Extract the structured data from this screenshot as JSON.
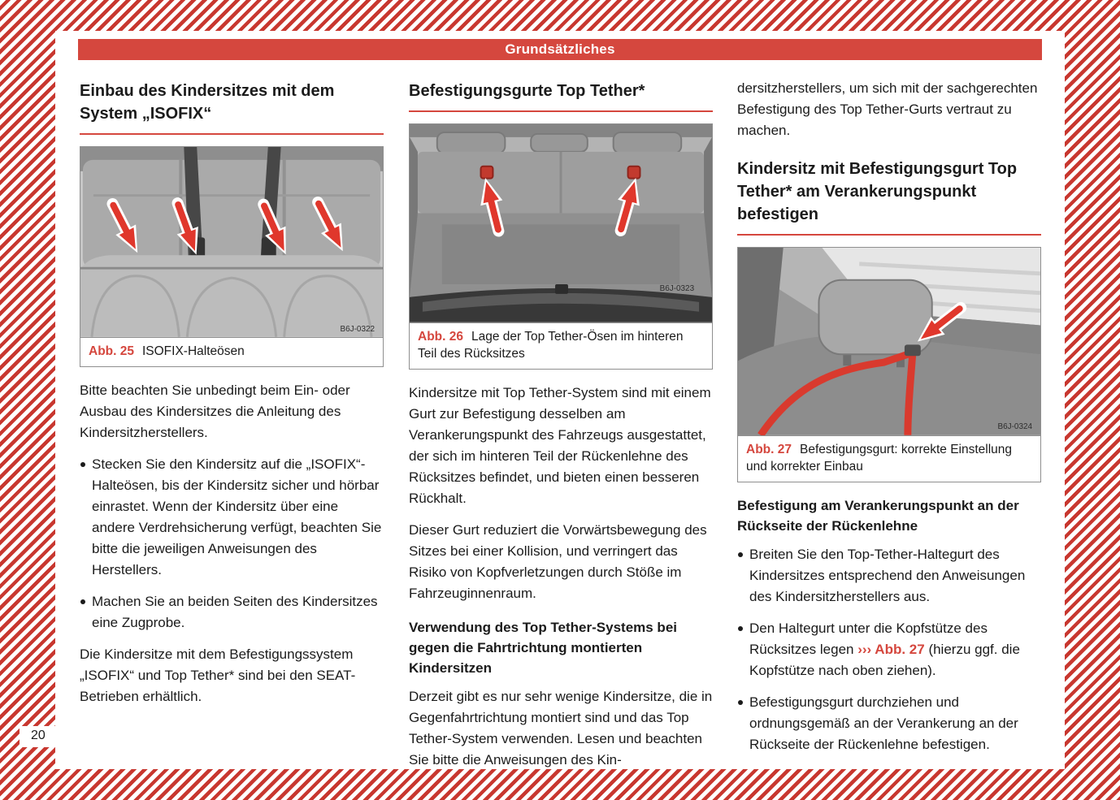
{
  "colors": {
    "accent": "#d5473e",
    "arrow_red": "#e0372c",
    "stripe_red": "#c8372f"
  },
  "header": {
    "title": "Grundsätzliches"
  },
  "page_number": "20",
  "col1": {
    "heading": "Einbau des Kindersitzes mit dem System „ISOFIX“",
    "figure": {
      "label": "Abb. 25",
      "caption": "ISOFIX-Halteösen",
      "code": "B6J-0322"
    },
    "para1": "Bitte beachten Sie unbedingt beim Ein- oder Ausbau des Kindersitzes die Anleitung des Kindersitzherstellers.",
    "bullets": [
      "Stecken Sie den Kindersitz auf die „ISOFIX“-Halteösen, bis der Kindersitz sicher und hörbar einrastet. Wenn der Kindersitz über eine andere Verdrehsicherung verfügt, beachten Sie bitte die jeweiligen Anweisungen des Herstellers.",
      "Machen Sie an beiden Seiten des Kindersitzes eine Zugprobe."
    ],
    "para2": "Die Kindersitze mit dem Befestigungssystem „ISOFIX“ und Top Tether* sind bei den SEAT-Betrieben erhältlich."
  },
  "col2": {
    "heading": "Befestigungsgurte Top Tether*",
    "figure": {
      "label": "Abb. 26",
      "caption": "Lage der Top Tether-Ösen im hinteren Teil des Rücksitzes",
      "code": "B6J-0323"
    },
    "para1": "Kindersitze mit Top Tether-System sind mit einem Gurt zur Befestigung desselben am Verankerungspunkt des Fahrzeugs ausgestattet, der sich im hinteren Teil der Rückenlehne des Rücksitzes befindet, und bieten einen besseren Rückhalt.",
    "para2": "Dieser Gurt reduziert die Vorwärtsbewegung des Sitzes bei einer Kollision, und verringert das Risiko von Kopfverletzungen durch Stöße im Fahrzeuginnenraum.",
    "subheading": "Verwendung des Top Tether-Systems bei gegen die Fahrtrichtung montierten Kindersitzen",
    "para3": "Derzeit gibt es nur sehr wenige Kindersitze, die in Gegenfahrtrichtung montiert sind und das Top Tether-System verwenden. Lesen und beachten Sie bitte die Anweisungen des Kin-"
  },
  "col3": {
    "para0": "dersitzherstellers, um sich mit der sachgerechten Befestigung des Top Tether-Gurts vertraut zu machen.",
    "heading": "Kindersitz mit Befestigungsgurt Top Tether* am Verankerungspunkt befestigen",
    "figure": {
      "label": "Abb. 27",
      "caption": "Befestigungsgurt: korrekte Einstellung und korrekter Einbau",
      "code": "B6J-0324"
    },
    "subheading": "Befestigung am Verankerungspunkt an der Rückseite der Rückenlehne",
    "bullet1": "Breiten Sie den Top-Tether-Haltegurt des Kindersitzes entsprechend den Anweisungen des Kindersitzherstellers aus.",
    "bullet2_pre": "Den Haltegurt unter die Kopfstütze des Rücksitzes legen ",
    "bullet2_link": "››› Abb. 27",
    "bullet2_post": " (hierzu ggf. die Kopfstütze nach oben ziehen).",
    "bullet3": "Befestigungsgurt durchziehen und ordnungsgemäß an der Verankerung an der Rückseite der Rückenlehne befestigen."
  }
}
